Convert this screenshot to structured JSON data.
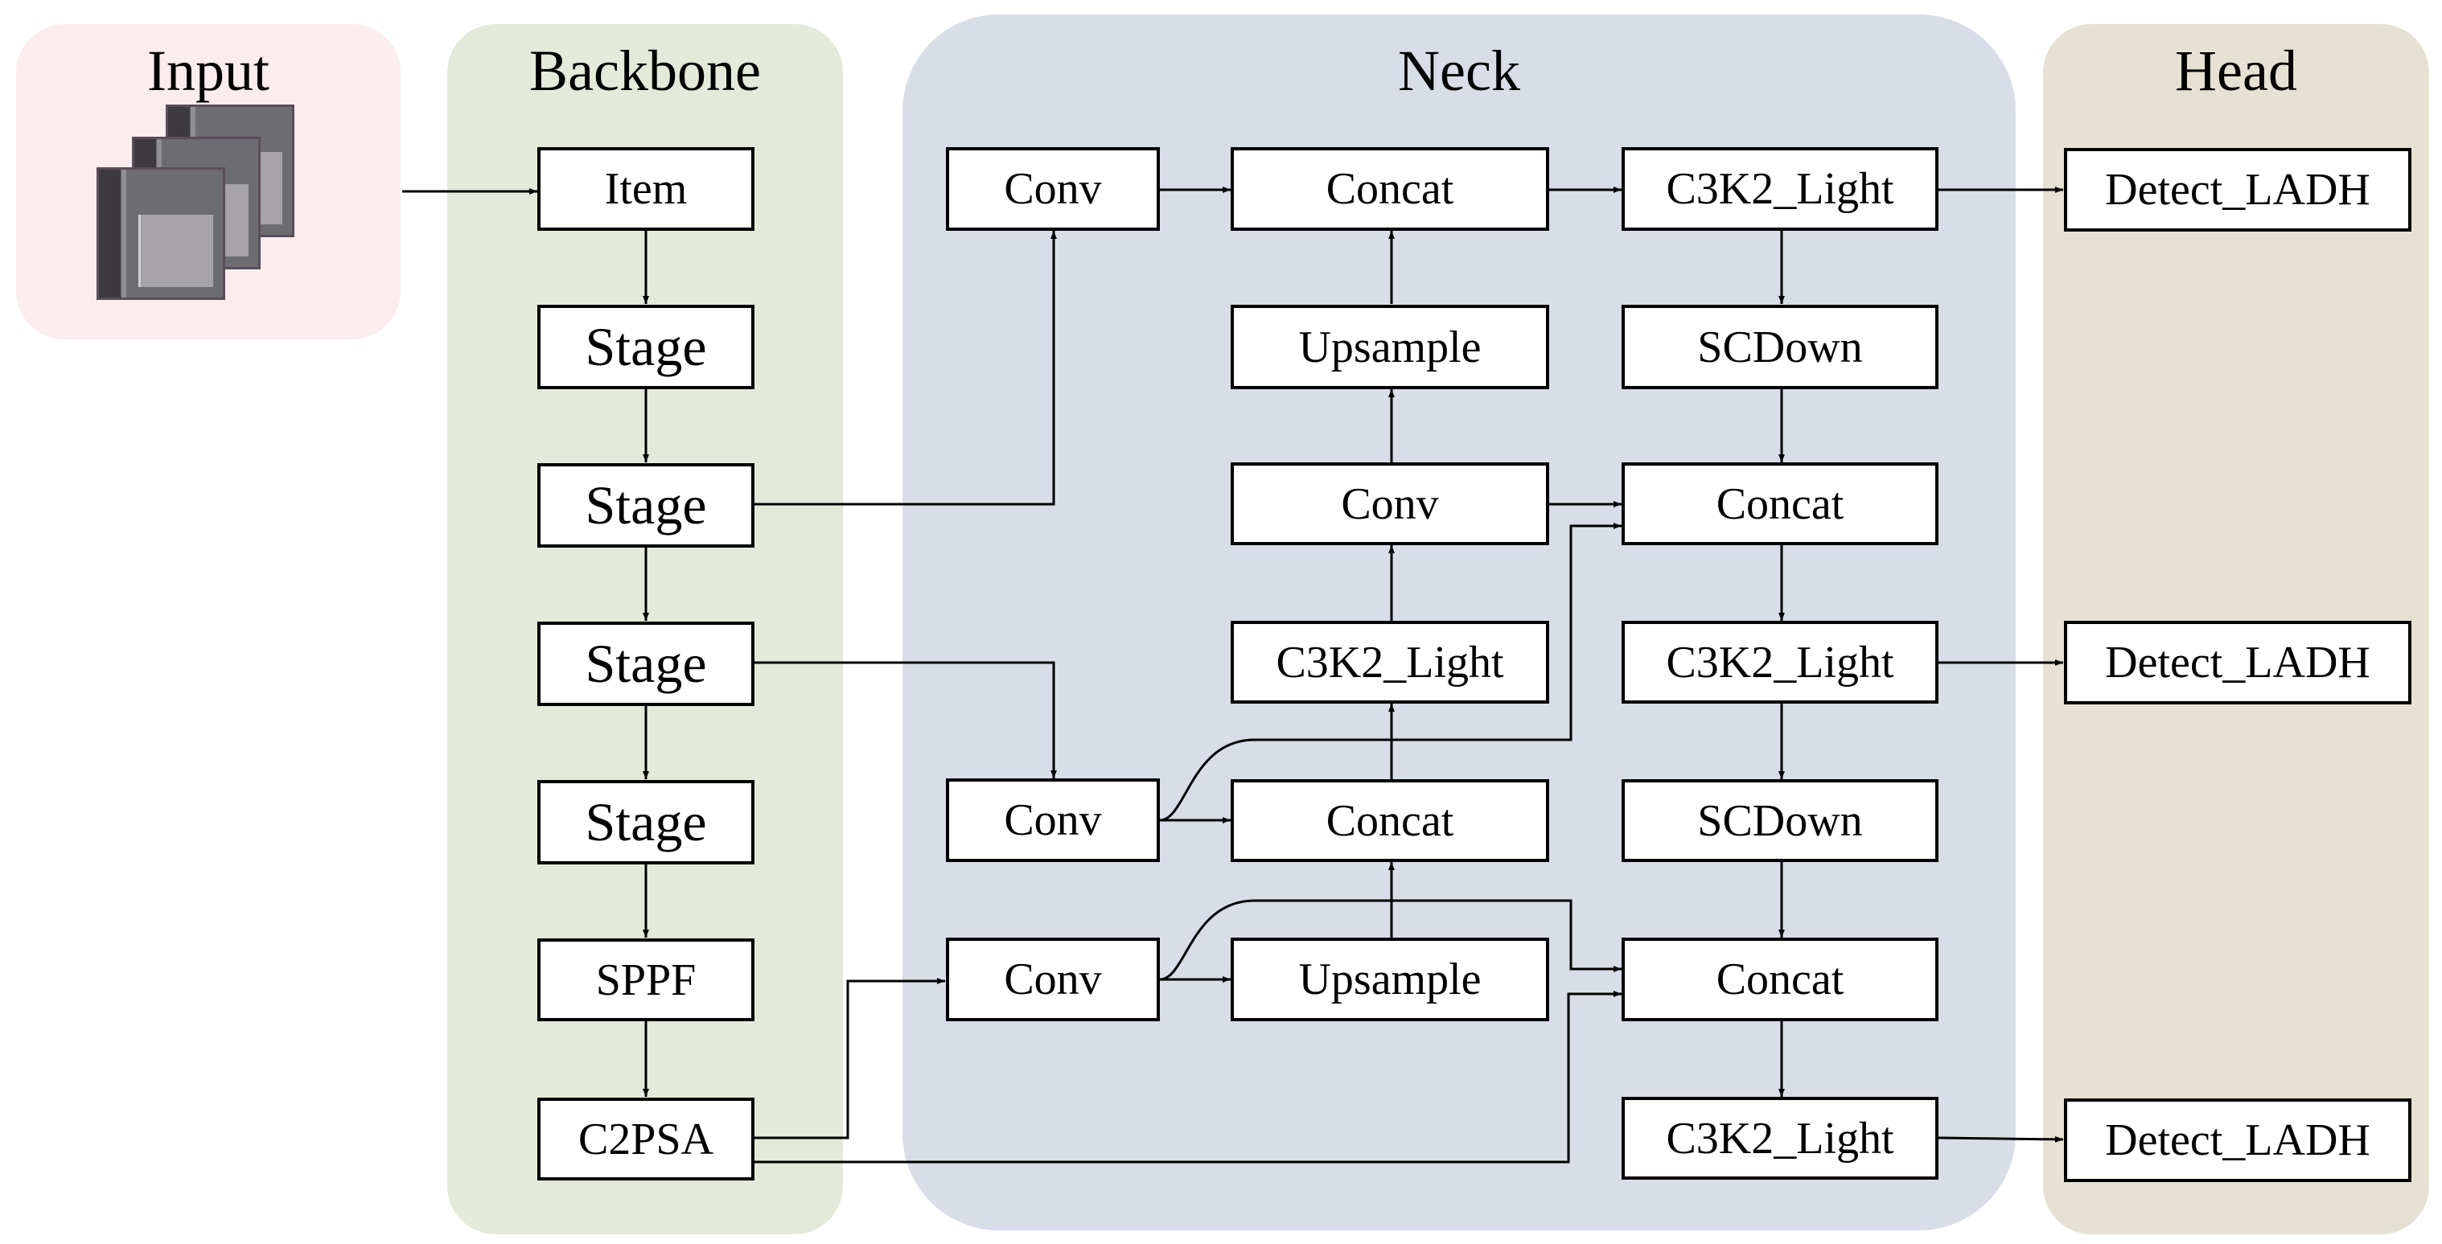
{
  "panels": {
    "input": {
      "title": "Input",
      "color": "#fbeced"
    },
    "backbone": {
      "title": "Backbone",
      "color": "#e3ead9"
    },
    "neck": {
      "title": "Neck",
      "color": "#d9dde8"
    },
    "head": {
      "title": "Head",
      "color": "#e5e2d3"
    }
  },
  "input": {
    "thumbnail_icon": "image-stack-icon"
  },
  "backbone": {
    "item": "Item",
    "stage_1": "Stage",
    "stage_2": "Stage",
    "stage_3": "Stage",
    "stage_4": "Stage",
    "sppf": "SPPF",
    "c2psa": "C2PSA"
  },
  "neck": {
    "conv_top": "Conv",
    "concat_top": "Concat",
    "upsample_top": "Upsample",
    "conv_mid": "Conv",
    "c3k2_mid": "C3K2_Light",
    "conv_lower": "Conv",
    "concat_lower": "Concat",
    "conv_bottom": "Conv",
    "upsample_bottom": "Upsample",
    "c3k2_out_1": "C3K2_Light",
    "scdown_1": "SCDown",
    "concat_right_1": "Concat",
    "c3k2_out_2": "C3K2_Light",
    "scdown_2": "SCDown",
    "concat_right_2": "Concat",
    "c3k2_out_3": "C3K2_Light"
  },
  "head": {
    "detect_1": "Detect_LADH",
    "detect_2": "Detect_LADH",
    "detect_3": "Detect_LADH"
  },
  "colors": {
    "line": "#000000",
    "node_fill": "#ffffff"
  }
}
